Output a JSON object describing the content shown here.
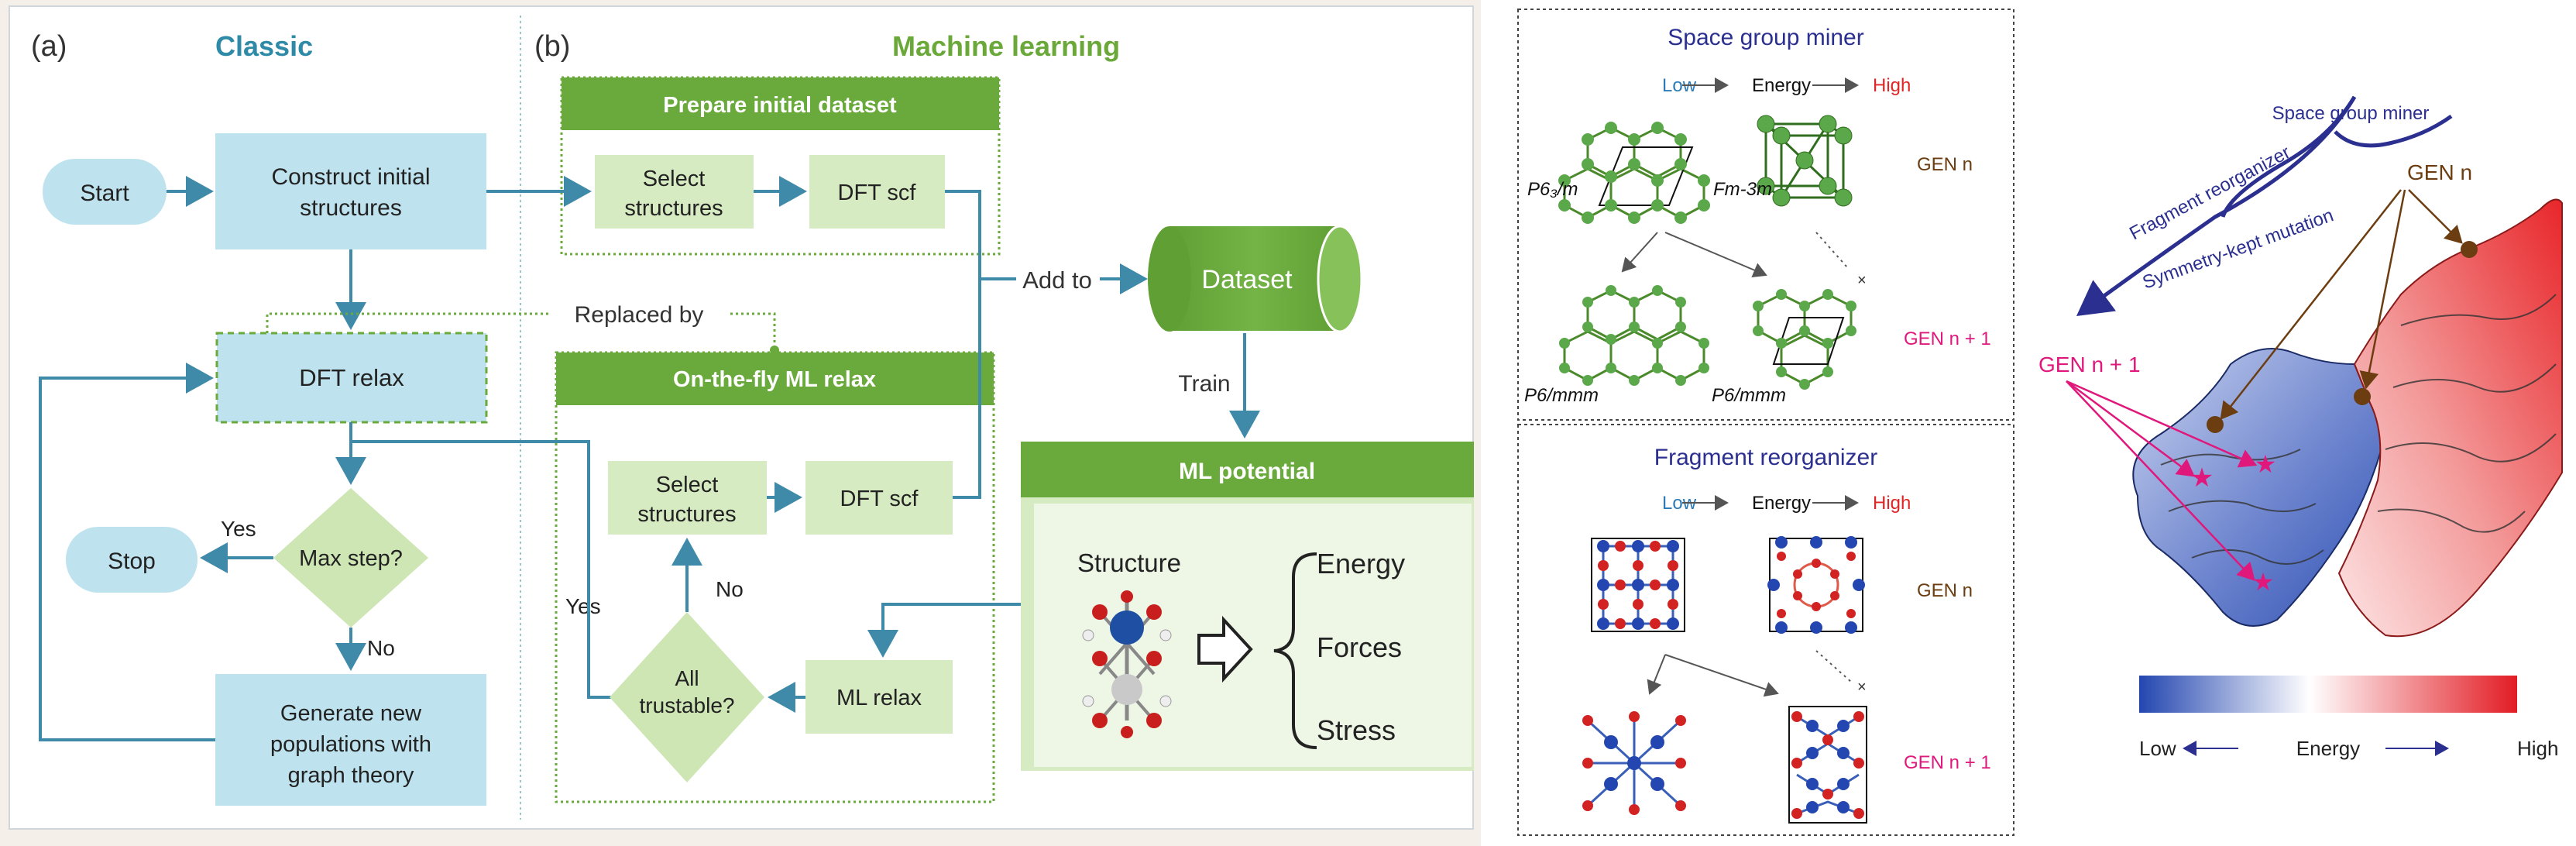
{
  "left_panel": {
    "a_label": "(a)",
    "b_label": "(b)",
    "classic_title": "Classic",
    "ml_title": "Machine learning",
    "start": "Start",
    "construct": [
      "Construct initial",
      "structures"
    ],
    "dft_relax": "DFT relax",
    "replaced_by": "Replaced by",
    "max_step": "Max step?",
    "yes": "Yes",
    "no": "No",
    "stop": "Stop",
    "generate": [
      "Generate new",
      "populations with",
      "graph theory"
    ],
    "prepare_dataset": "Prepare initial dataset",
    "select_structures": [
      "Select",
      "structures"
    ],
    "dft_scf": "DFT scf",
    "add_to": "Add to",
    "dataset": "Dataset",
    "train": "Train",
    "on_the_fly": "On-the-fly ML relax",
    "all_trustable": [
      "All",
      "trustable?"
    ],
    "ml_relax": "ML relax",
    "ml_potential": "ML potential",
    "structure": "Structure",
    "outputs": [
      "Energy",
      "Forces",
      "Stress"
    ]
  },
  "middle_panel": {
    "sg_title": "Space group miner",
    "fr_title": "Fragment reorganizer",
    "low": "Low",
    "energy": "Energy",
    "high": "High",
    "gen_n": "GEN n",
    "gen_n1": "GEN n + 1",
    "sg_labels": [
      "P6₃/m",
      "Fm-3m",
      "P6/mmm",
      "P6/mmm"
    ],
    "x_mark": "×"
  },
  "right_panel": {
    "space_group_miner": "Space group miner",
    "fragment_reorganizer": "Fragment reorganizer",
    "symmetry_kept": "Symmetry-kept mutation",
    "gen_n": "GEN n",
    "gen_n1": "GEN n + 1",
    "low": "Low",
    "energy": "Energy",
    "high": "High"
  },
  "colors": {
    "box_blue": "#bfe3ee",
    "teal_title": "#2e8aa6",
    "green_title": "#6aa83a",
    "green_header": "#6aaa3c",
    "green_light": "#d7ebc2",
    "diamond_green": "#cde6b4",
    "arrow": "#3f8aa9",
    "navy": "#2b2f8f",
    "magenta": "#e0187c",
    "red": "#e02525",
    "brown": "#6b3d10"
  }
}
